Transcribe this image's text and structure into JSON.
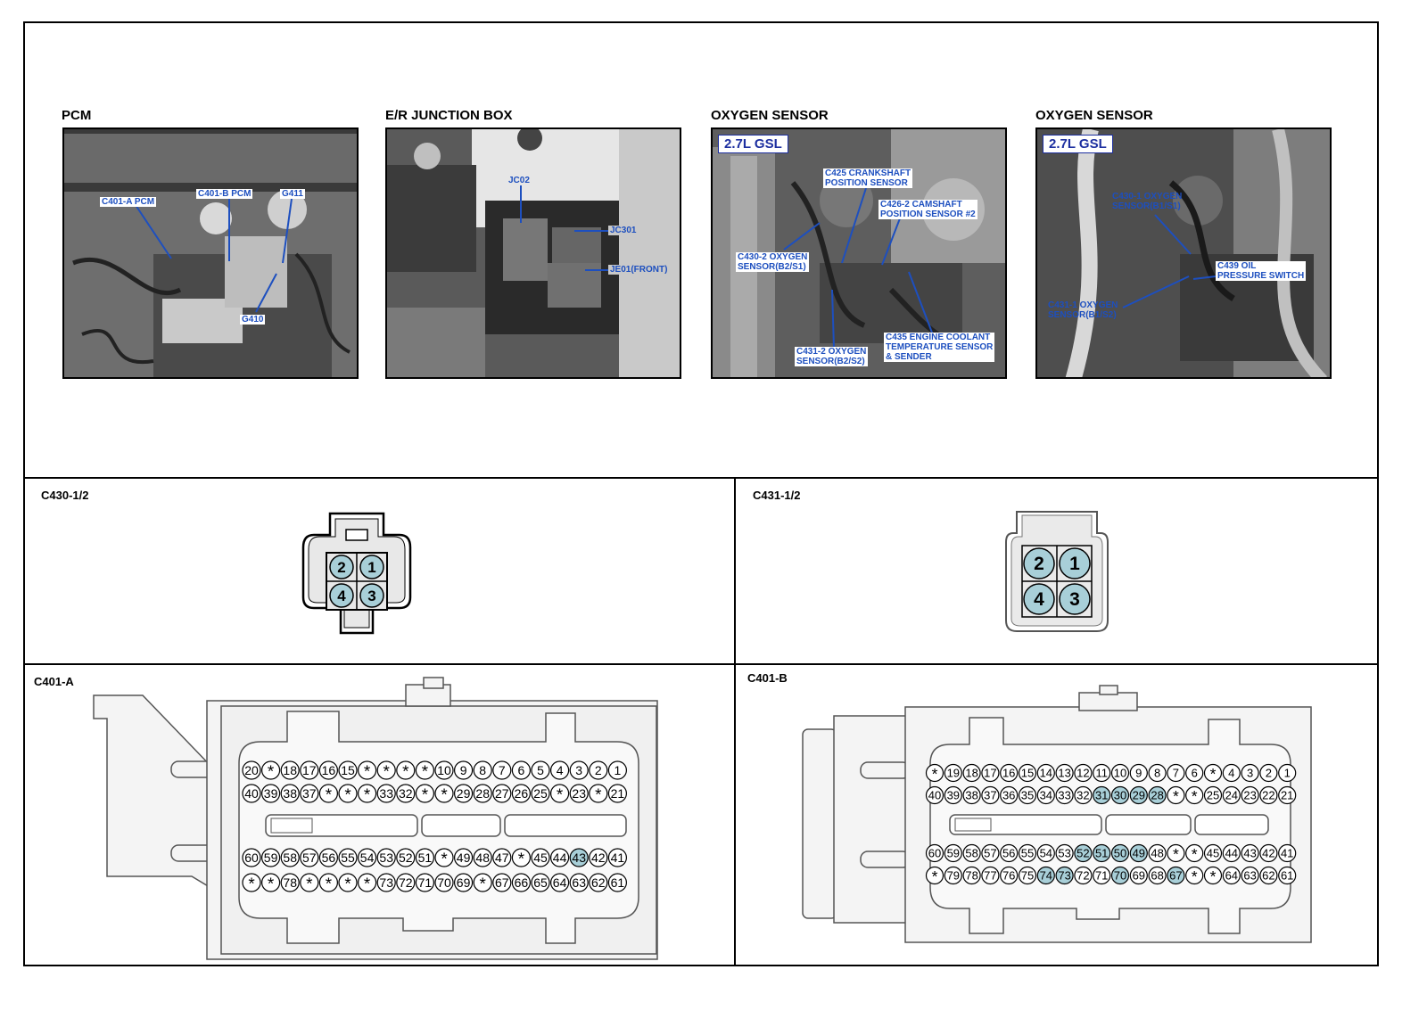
{
  "photos": [
    {
      "title": "PCM",
      "labels": [
        "C401-A PCM",
        "C401-B PCM",
        "G411",
        "G410"
      ]
    },
    {
      "title": "E/R JUNCTION BOX",
      "labels": [
        "JC02",
        "JC301",
        "JE01(FRONT)"
      ]
    },
    {
      "title": "OXYGEN SENSOR",
      "badge": "2.7L GSL",
      "labels": [
        "C425 CRANKSHAFT\nPOSITION SENSOR",
        "C426-2 CAMSHAFT\nPOSITION SENSOR #2",
        "C430-2 OXYGEN\nSENSOR(B2/S1)",
        "C431-2 OXYGEN\nSENSOR(B2/S2)",
        "C435 ENGINE COOLANT\nTEMPERATURE SENSOR\n& SENDER"
      ]
    },
    {
      "title": "OXYGEN SENSOR",
      "badge": "2.7L GSL",
      "labels": [
        "C430-1 OXYGEN\nSENSOR(B1/S1)",
        "C439 OIL\nPRESSURE SWITCH",
        "C431-1 OXYGEN\nSENSOR(B1/S2)"
      ]
    }
  ],
  "connectors": {
    "c430": {
      "title": "C430-1/2",
      "pins": [
        "2",
        "1",
        "4",
        "3"
      ]
    },
    "c431": {
      "title": "C431-1/2",
      "pins": [
        "2",
        "1",
        "4",
        "3"
      ]
    },
    "c401a": {
      "title": "C401-A",
      "rows": [
        [
          "20",
          "*",
          "18",
          "17",
          "16",
          "15",
          "*",
          "*",
          "*",
          "*",
          "10",
          "9",
          "8",
          "7",
          "6",
          "5",
          "4",
          "3",
          "2",
          "1"
        ],
        [
          "40",
          "39",
          "38",
          "37",
          "*",
          "*",
          "*",
          "33",
          "32",
          "*",
          "*",
          "29",
          "28",
          "27",
          "26",
          "25",
          "*",
          "23",
          "*",
          "21"
        ],
        [
          "60",
          "59",
          "58",
          "57",
          "56",
          "55",
          "54",
          "53",
          "52",
          "51",
          "*",
          "49",
          "48",
          "47",
          "*",
          "45",
          "44",
          "43",
          "42",
          "41"
        ],
        [
          "*",
          "*",
          "78",
          "*",
          "*",
          "*",
          "*",
          "73",
          "72",
          "71",
          "70",
          "69",
          "*",
          "67",
          "66",
          "65",
          "64",
          "63",
          "62",
          "61"
        ]
      ],
      "highlighted": [
        "43"
      ]
    },
    "c401b": {
      "title": "C401-B",
      "rows": [
        [
          "*",
          "19",
          "18",
          "17",
          "16",
          "15",
          "14",
          "13",
          "12",
          "11",
          "10",
          "9",
          "8",
          "7",
          "6",
          "*",
          "4",
          "3",
          "2",
          "1"
        ],
        [
          "40",
          "39",
          "38",
          "37",
          "36",
          "35",
          "34",
          "33",
          "32",
          "31",
          "30",
          "29",
          "28",
          "*",
          "*",
          "25",
          "24",
          "23",
          "22",
          "21"
        ],
        [
          "60",
          "59",
          "58",
          "57",
          "56",
          "55",
          "54",
          "53",
          "52",
          "51",
          "50",
          "49",
          "48",
          "*",
          "*",
          "45",
          "44",
          "43",
          "42",
          "41"
        ],
        [
          "*",
          "79",
          "78",
          "77",
          "76",
          "75",
          "74",
          "73",
          "72",
          "71",
          "70",
          "69",
          "68",
          "67",
          "*",
          "*",
          "64",
          "63",
          "62",
          "61"
        ]
      ],
      "highlighted": [
        "31",
        "30",
        "29",
        "28",
        "52",
        "51",
        "50",
        "49",
        "74",
        "73",
        "70",
        "67"
      ]
    }
  },
  "colors": {
    "pin_fill": "#a8cfd8",
    "label_blue": "#1d4fbf",
    "badge_blue": "#1d2fa0"
  }
}
